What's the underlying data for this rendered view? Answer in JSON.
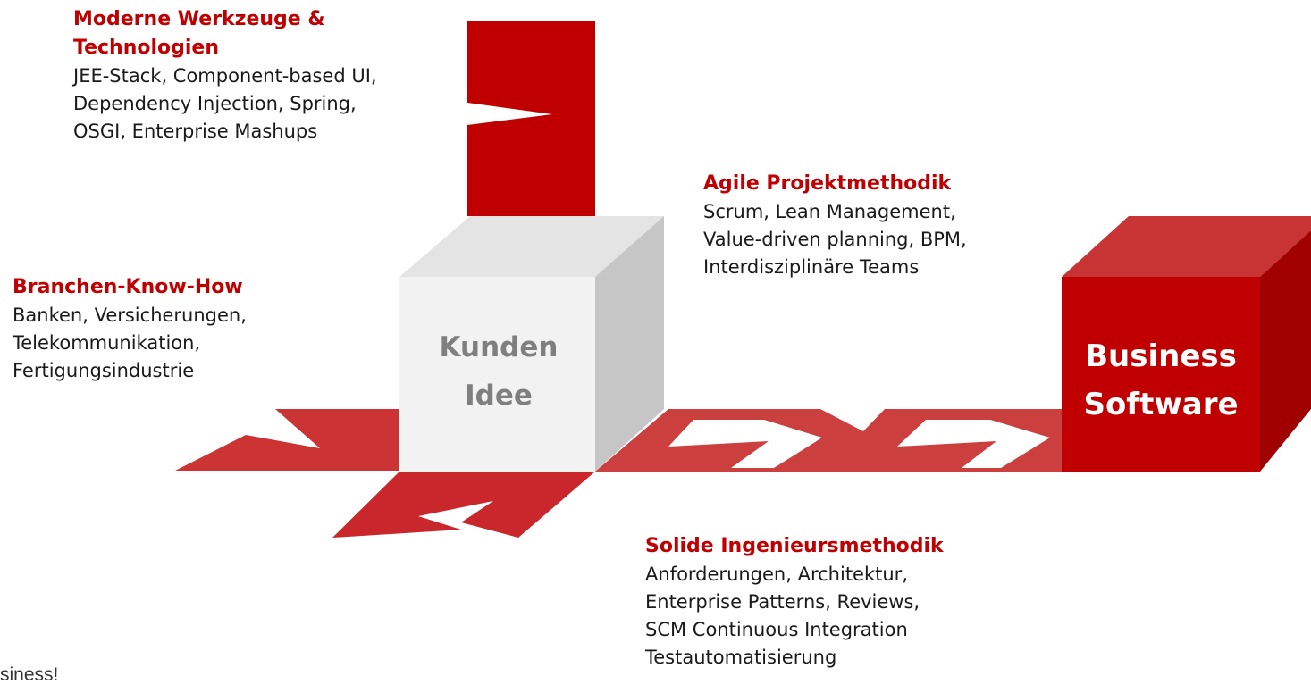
{
  "colors": {
    "accent_red": "#c00000",
    "band_red": "#cc3333",
    "cube_front": "#f2f2f2",
    "cube_top": "#e4e4e4",
    "cube_side": "#c8c8c8",
    "text_dark": "#1a1a1a",
    "cube_label_gray": "#7f7f7f"
  },
  "blocks": {
    "tech": {
      "title": "Moderne Werkzeuge  & Technologien",
      "lines": [
        "JEE-Stack, Component-based UI,",
        "Dependency Injection, Spring,",
        "OSGI, Enterprise Mashups"
      ]
    },
    "branch": {
      "title": "Branchen-Know-How",
      "lines": [
        "Banken, Versicherungen,",
        "Telekommunikation,",
        "Fertigungsindustrie"
      ]
    },
    "agile": {
      "title": "Agile Projektmethodik",
      "lines": [
        "Scrum, Lean Management,",
        "Value-driven planning, BPM,",
        "Interdisziplinäre Teams"
      ]
    },
    "eng": {
      "title": "Solide Ingenieursmethodik",
      "lines": [
        "Anforderungen, Architektur,",
        "Enterprise Patterns, Reviews,",
        "SCM Continuous Integration",
        "Testautomatisierung"
      ]
    }
  },
  "cubes": {
    "kunden": {
      "line1": "Kunden",
      "line2": "Idee"
    },
    "business": {
      "line1": "Business",
      "line2": "Software"
    }
  },
  "footer": "siness!",
  "icons": {
    "arrow": "chevron-arrow-icon",
    "notch": "notch-arrow-icon"
  }
}
